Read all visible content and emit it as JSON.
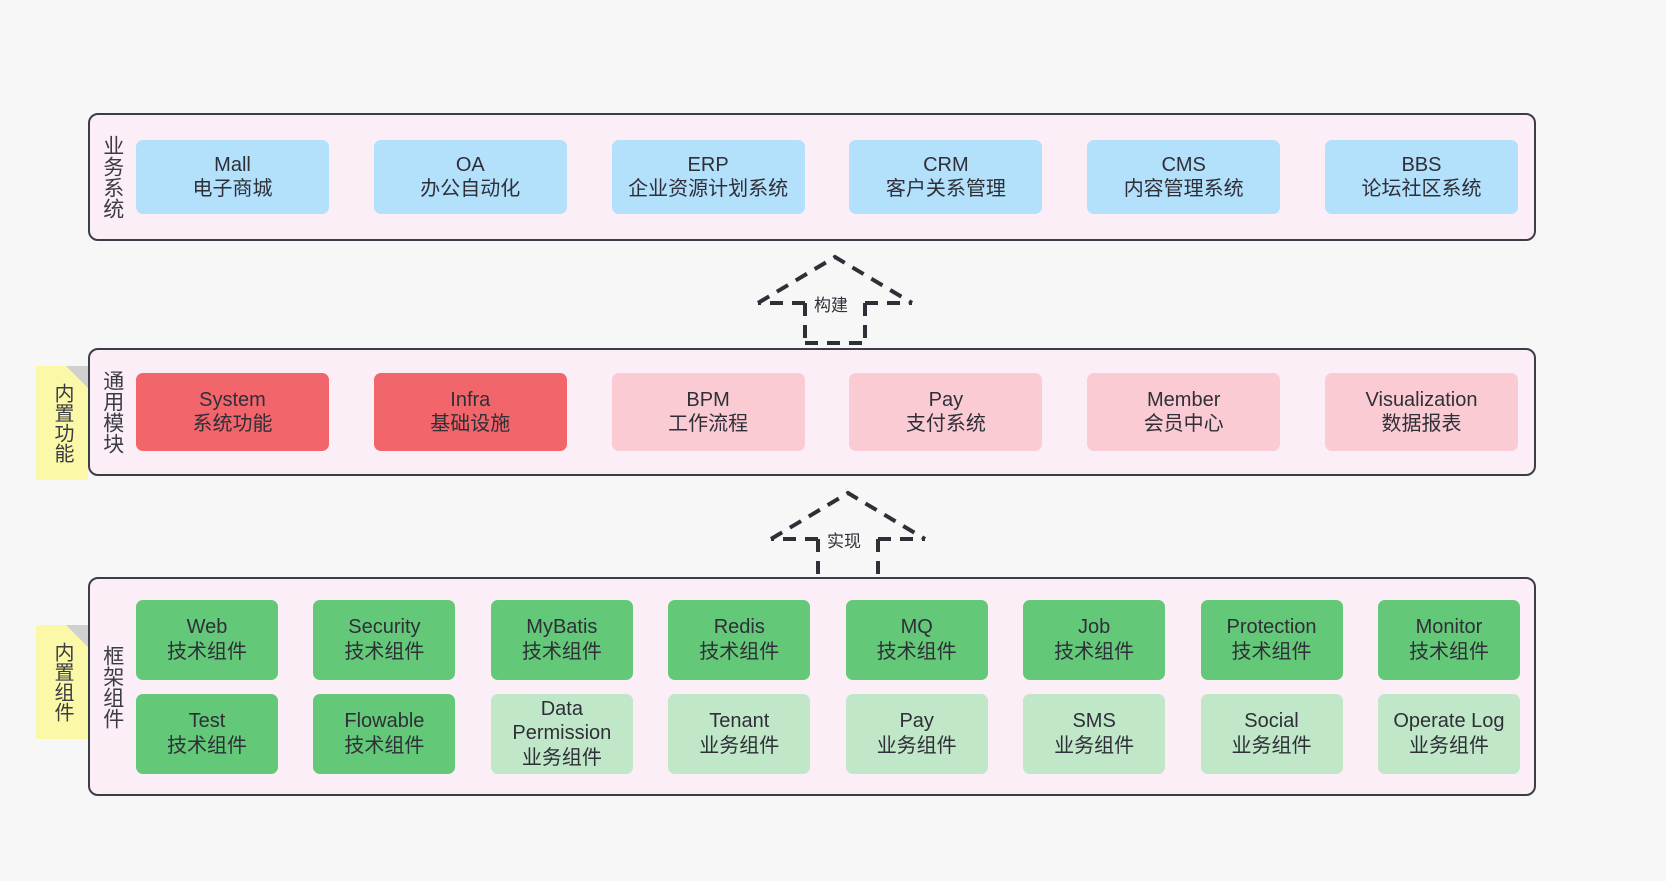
{
  "diagram": {
    "background_color": "#f7f7f7",
    "container_fill": "#fbeef6",
    "container_border": "#3d3d47",
    "note_fill": "#fbf8a8"
  },
  "sections": {
    "business": {
      "label": "业务系统",
      "card_color": "#b3e0fb",
      "cards": [
        {
          "title": "Mall",
          "subtitle": "电子商城"
        },
        {
          "title": "OA",
          "subtitle": "办公自动化"
        },
        {
          "title": "ERP",
          "subtitle": "企业资源计划系统"
        },
        {
          "title": "CRM",
          "subtitle": "客户关系管理"
        },
        {
          "title": "CMS",
          "subtitle": "内容管理系统"
        },
        {
          "title": "BBS",
          "subtitle": "论坛社区系统"
        }
      ]
    },
    "common": {
      "label": "通用模块",
      "note": "内置功能",
      "card_color_strong": "#f2656a",
      "card_color_soft": "#fbcbd3",
      "cards": [
        {
          "title": "System",
          "subtitle": "系统功能",
          "tone": "strong"
        },
        {
          "title": "Infra",
          "subtitle": "基础设施",
          "tone": "strong"
        },
        {
          "title": "BPM",
          "subtitle": "工作流程",
          "tone": "soft"
        },
        {
          "title": "Pay",
          "subtitle": "支付系统",
          "tone": "soft"
        },
        {
          "title": "Member",
          "subtitle": "会员中心",
          "tone": "soft"
        },
        {
          "title": "Visualization",
          "subtitle": "数据报表",
          "tone": "soft"
        }
      ]
    },
    "framework": {
      "label": "框架组件",
      "note": "内置组件",
      "card_color_strong": "#63c878",
      "card_color_soft": "#bfe7c8",
      "row1": [
        {
          "title": "Web",
          "subtitle": "技术组件",
          "tone": "strong"
        },
        {
          "title": "Security",
          "subtitle": "技术组件",
          "tone": "strong"
        },
        {
          "title": "MyBatis",
          "subtitle": "技术组件",
          "tone": "strong"
        },
        {
          "title": "Redis",
          "subtitle": "技术组件",
          "tone": "strong"
        },
        {
          "title": "MQ",
          "subtitle": "技术组件",
          "tone": "strong"
        },
        {
          "title": "Job",
          "subtitle": "技术组件",
          "tone": "strong"
        },
        {
          "title": "Protection",
          "subtitle": "技术组件",
          "tone": "strong"
        },
        {
          "title": "Monitor",
          "subtitle": "技术组件",
          "tone": "strong"
        }
      ],
      "row2": [
        {
          "title": "Test",
          "subtitle": "技术组件",
          "tone": "strong"
        },
        {
          "title": "Flowable",
          "subtitle": "技术组件",
          "tone": "strong"
        },
        {
          "title": "Data Permission",
          "subtitle": "业务组件",
          "tone": "soft"
        },
        {
          "title": "Tenant",
          "subtitle": "业务组件",
          "tone": "soft"
        },
        {
          "title": "Pay",
          "subtitle": "业务组件",
          "tone": "soft"
        },
        {
          "title": "SMS",
          "subtitle": "业务组件",
          "tone": "soft"
        },
        {
          "title": "Social",
          "subtitle": "业务组件",
          "tone": "soft"
        },
        {
          "title": "Operate Log",
          "subtitle": "业务组件",
          "tone": "soft"
        }
      ]
    }
  },
  "arrows": [
    {
      "id": "build",
      "label": "构建",
      "style": "dashed-open-up"
    },
    {
      "id": "implement",
      "label": "实现",
      "style": "dashed-open-up"
    }
  ]
}
